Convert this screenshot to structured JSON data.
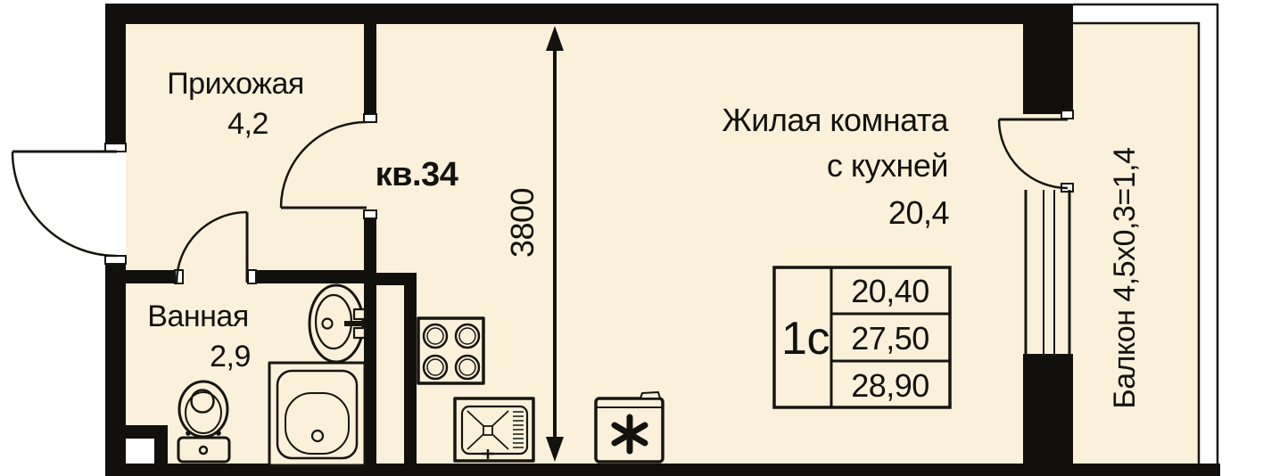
{
  "colors": {
    "floor": "#fbf1da",
    "wall": "#12100c",
    "line": "#17150f"
  },
  "icons": {
    "fridge_symbol": "asterisk-icon",
    "stove_symbol": "four-burners-icon",
    "window_symbol": "triple-glazing-lines"
  },
  "labels": {
    "apartment_number": "кв.34",
    "hallway_name": "Прихожая",
    "hallway_area": "4,2",
    "bathroom_name": "Ванная",
    "bathroom_area": "2,9",
    "living_name_line1": "Жилая комната",
    "living_name_line2": "с кухней",
    "living_area": "20,4",
    "balcony_label": "Балкон 4,5х0,3=1,4",
    "vertical_dimension": "3800"
  },
  "spec_table": {
    "type_label": "1с",
    "rows": [
      "20,40",
      "27,50",
      "28,90"
    ]
  }
}
